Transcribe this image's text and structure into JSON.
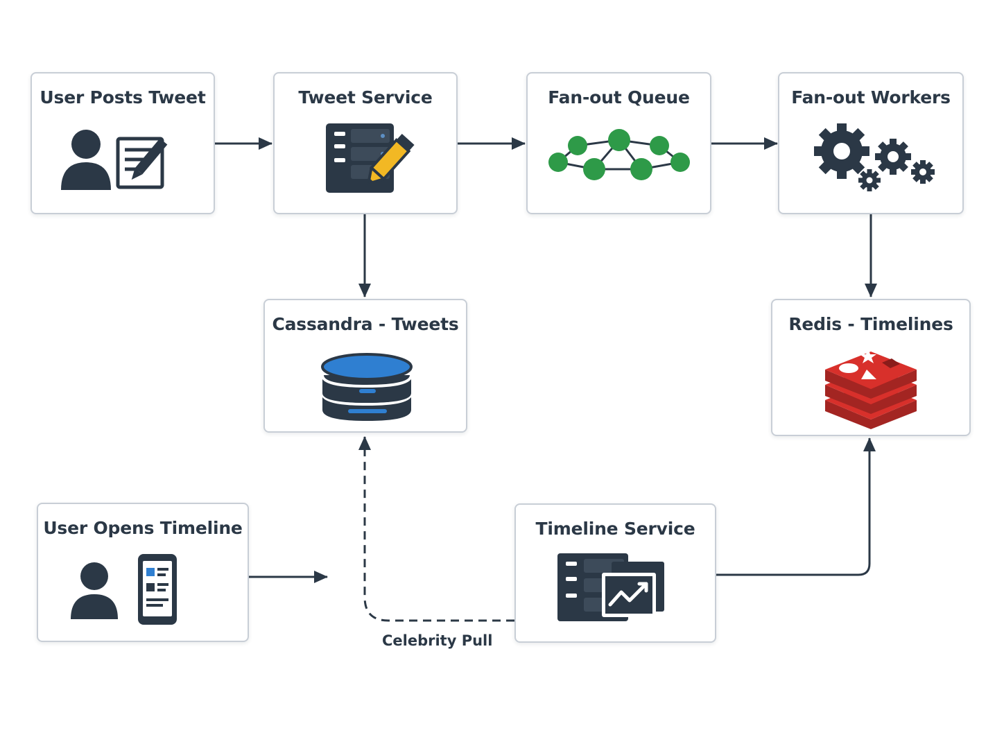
{
  "diagram": {
    "nodes": [
      {
        "id": "user-posts-tweet",
        "label": "User Posts Tweet",
        "icon": "user-compose-icon"
      },
      {
        "id": "tweet-service",
        "label": "Tweet Service",
        "icon": "server-pencil-icon"
      },
      {
        "id": "fanout-queue",
        "label": "Fan-out Queue",
        "icon": "queue-nodes-icon"
      },
      {
        "id": "fanout-workers",
        "label": "Fan-out Workers",
        "icon": "gears-icon"
      },
      {
        "id": "cassandra-tweets",
        "label": "Cassandra - Tweets",
        "icon": "database-icon"
      },
      {
        "id": "redis-timelines",
        "label": "Redis - Timelines",
        "icon": "redis-stack-icon"
      },
      {
        "id": "user-opens-timeline",
        "label": "User Opens Timeline",
        "icon": "user-phone-icon"
      },
      {
        "id": "timeline-service",
        "label": "Timeline Service",
        "icon": "server-chart-icon"
      }
    ],
    "edges": [
      {
        "from": "user-posts-tweet",
        "to": "tweet-service",
        "style": "solid"
      },
      {
        "from": "tweet-service",
        "to": "fanout-queue",
        "style": "solid"
      },
      {
        "from": "fanout-queue",
        "to": "fanout-workers",
        "style": "solid"
      },
      {
        "from": "tweet-service",
        "to": "cassandra-tweets",
        "style": "solid"
      },
      {
        "from": "fanout-workers",
        "to": "redis-timelines",
        "style": "solid"
      },
      {
        "from": "user-opens-timeline",
        "to": "timeline-service",
        "style": "solid"
      },
      {
        "from": "timeline-service",
        "to": "redis-timelines",
        "style": "solid"
      },
      {
        "from": "timeline-service",
        "to": "cassandra-tweets",
        "style": "dashed",
        "label": "Celebrity Pull"
      }
    ]
  },
  "colors": {
    "ink": "#2b3846",
    "border": "#c8ced6",
    "db_blue": "#2f7fd1",
    "queue_green": "#2e9a48",
    "redis_red": "#d8302b",
    "pencil_yellow": "#f2b824"
  }
}
